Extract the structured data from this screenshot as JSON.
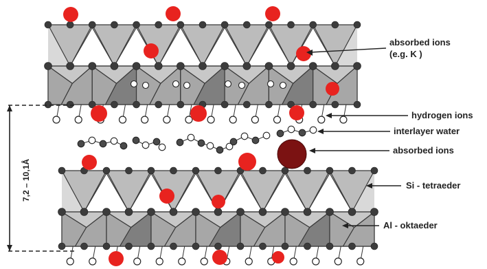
{
  "figure": {
    "labels": {
      "absorbed_ions_top_line1": "absorbed ions",
      "absorbed_ions_top_line2": "(e.g. K )",
      "hydrogen_ions": "hydrogen ions",
      "interlayer_water": "interlayer water",
      "absorbed_ions_mid": "absorbed ions",
      "si_tetraeder": "Si - tetraeder",
      "al_oktaeder": "Al - oktaeder"
    },
    "spacing_label": "7,2 – 10,1Å"
  },
  "colors": {
    "tetra_fill": "#bcbcbc",
    "octa_light": "#c8c8c8",
    "octa_mid": "#a7a7a7",
    "octa_dark": "#7f7f7f",
    "edge": "#3a3a3a",
    "oxygen_node": "#3c3c3c",
    "ion_red": "#e8231f",
    "ion_large": "#7b1212",
    "water_dark": "#4a4a4a",
    "arrow": "#222222"
  }
}
